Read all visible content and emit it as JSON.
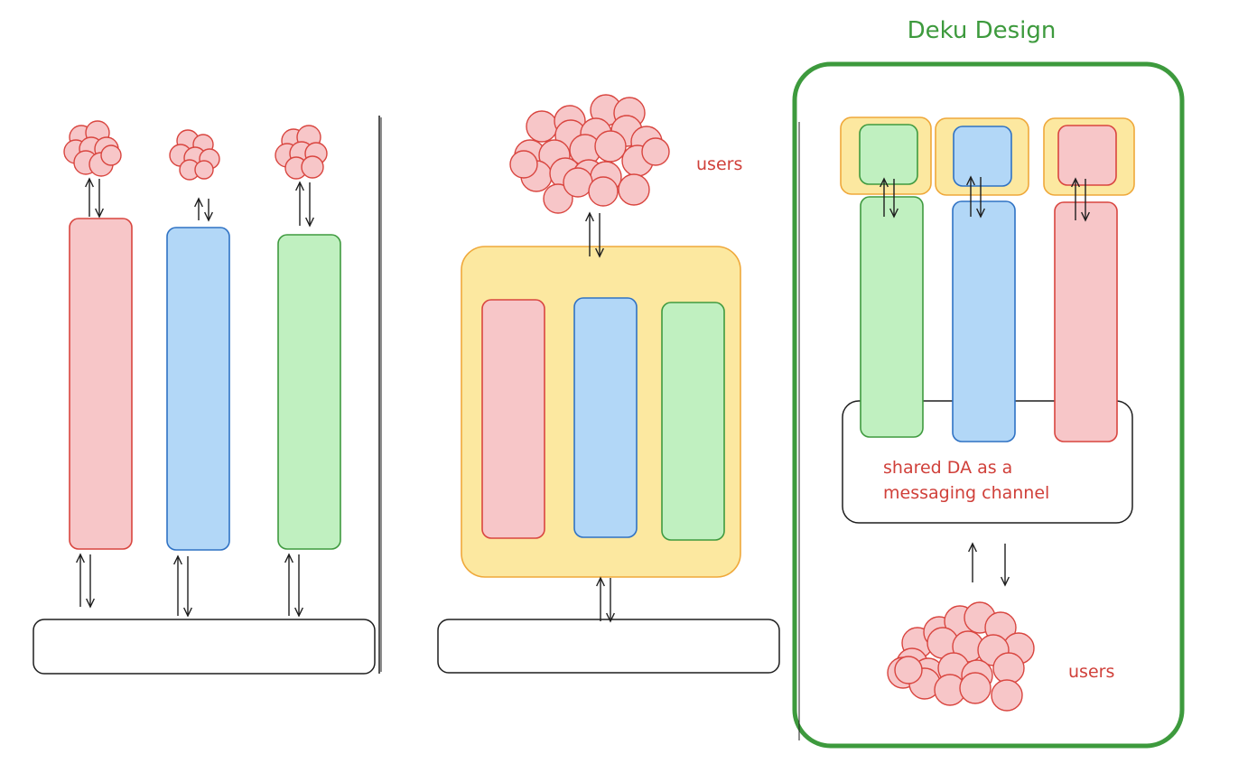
{
  "title": "Deku Design",
  "labels": {
    "users_top": "users",
    "users_bottom": "users",
    "shared_da_line1": "shared DA as a",
    "shared_da_line2": "messaging channel"
  },
  "colors": {
    "red_fill": "#f7c6c8",
    "red_stroke": "#d9453f",
    "blue_fill": "#b2d7f7",
    "blue_stroke": "#2f72c4",
    "green_fill": "#c0f0c0",
    "green_stroke": "#3f9a3f",
    "yellow_fill": "#fce8a0",
    "yellow_stroke": "#efa83a",
    "deku_green": "#3d9a3d",
    "ink": "#1e1e1e",
    "label_red": "#d0403a"
  }
}
